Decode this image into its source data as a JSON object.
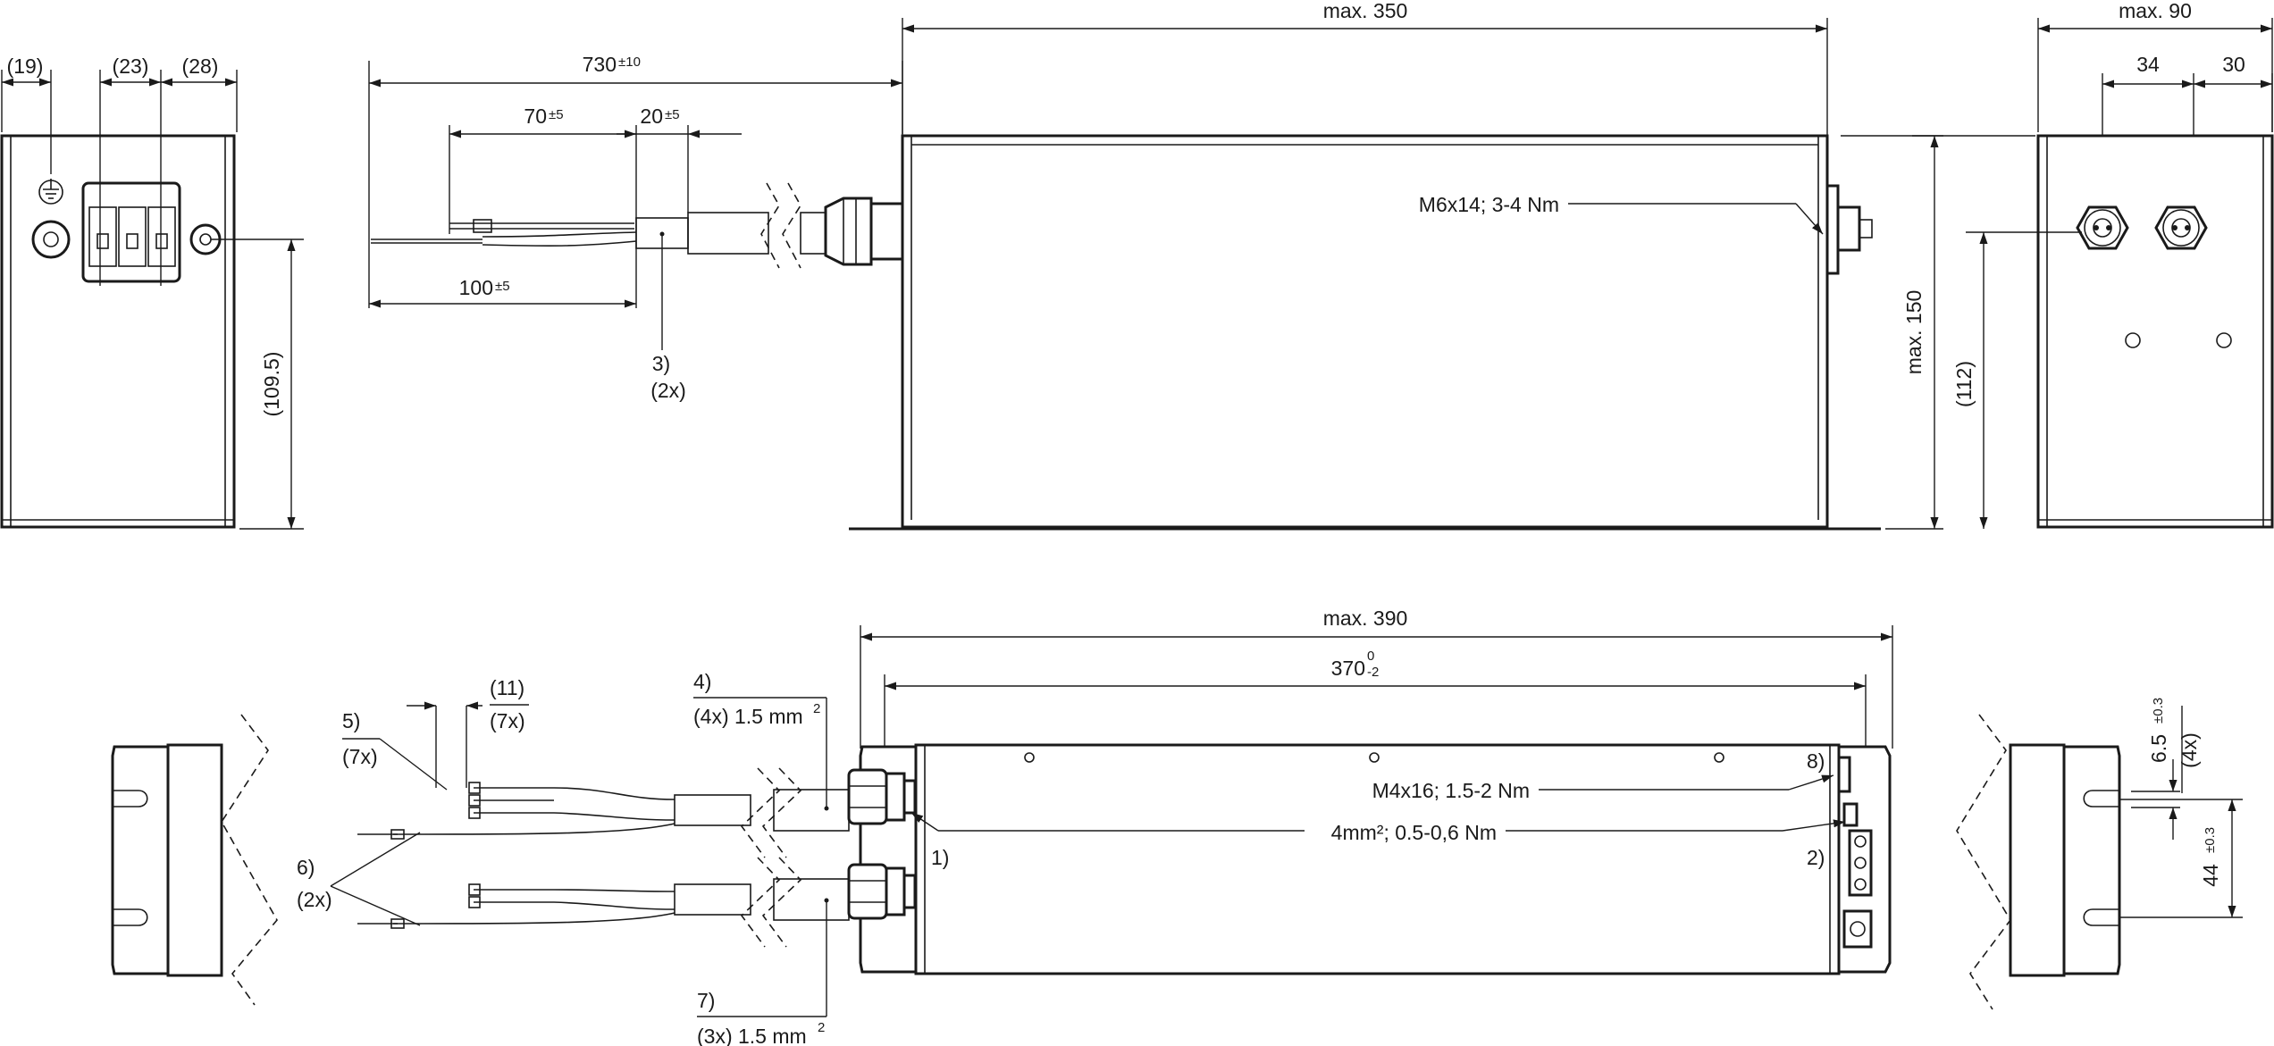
{
  "page": {
    "background": "#ffffff",
    "ink": "#1a1a1a"
  },
  "dims": {
    "front_19": "(19)",
    "front_23": "(23)",
    "front_28": "(28)",
    "front_109_5": "(109.5)",
    "cable_730": "730",
    "cable_730_tol": "±10",
    "cable_70": "70",
    "cable_70_tol": "±5",
    "cable_20": "20",
    "cable_20_tol": "±5",
    "cable_100": "100",
    "cable_100_tol": "±5",
    "side_max350": "max. 350",
    "side_max150": "max. 150",
    "side_torque": "M6x14; 3-4 Nm",
    "end_max90": "max. 90",
    "end_34": "34",
    "end_30": "30",
    "end_112": "(112)",
    "top_max390": "max. 390",
    "top_370": "370",
    "top_370_tol_upper": "0",
    "top_370_tol_lower": "-2",
    "top_m4": "M4x16; 1.5-2 Nm",
    "top_terminal": "4mm²; 0.5-0,6 Nm",
    "top_11": "(11)",
    "top_7x_upper": "(7x)",
    "end_6_5": "6.5",
    "end_6_5_tol": "±0.3",
    "end_4x": "(4x)",
    "end_44": "44",
    "end_44_tol": "±0.3"
  },
  "callouts": {
    "c1": "1)",
    "c2": "2)",
    "c3": "3)",
    "c3_qty": "(2x)",
    "c4": "4)",
    "c4_spec": "(4x) 1.5 mm",
    "c5": "5)",
    "c5_qty": "(7x)",
    "c6": "6)",
    "c6_qty": "(2x)",
    "c7": "7)",
    "c7_spec": "(3x) 1.5 mm",
    "c8": "8)",
    "sq": "2"
  },
  "icons": [
    "ground-symbol-icon",
    "break-line-icon",
    "arrowhead-icon"
  ]
}
